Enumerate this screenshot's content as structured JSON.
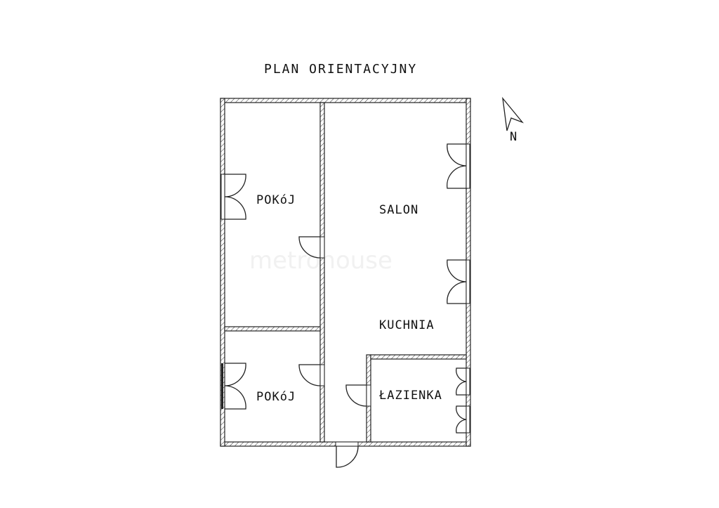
{
  "title": "PLAN ORIENTACYJNY",
  "north_label": "N",
  "watermark": "metrohouse",
  "rooms": {
    "room1": "POKóJ",
    "salon": "SALON",
    "kitchen": "KUCHNIA",
    "room2": "POKóJ",
    "bathroom": "ŁAZIENKA"
  }
}
